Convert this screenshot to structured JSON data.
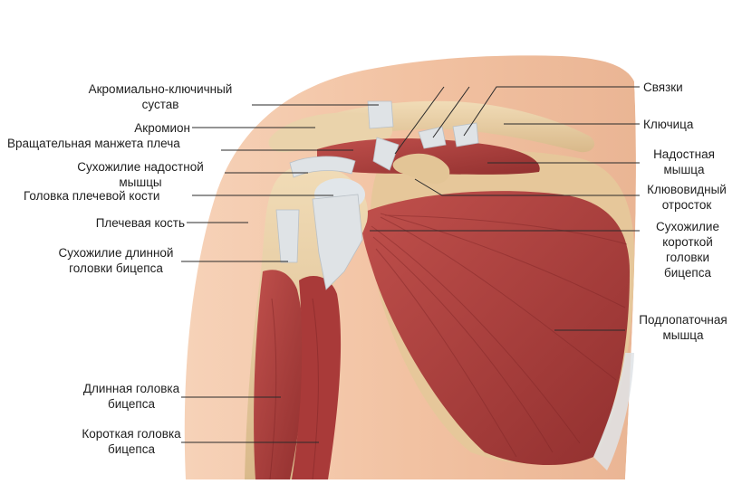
{
  "labels": {
    "ac_joint": "Акромиально-ключичный\nсустав",
    "acromion": "Акромион",
    "rotator_cuff": "Вращательная манжета плеча",
    "supraspinatus_tendon": "Сухожилие надостной\nмышцы",
    "humeral_head": "Головка плечевой кости",
    "humerus": "Плечевая кость",
    "long_head_tendon": "Сухожилие длинной\nголовки бицепса",
    "long_head_biceps": "Длинная головка\nбицепса",
    "short_head_biceps": "Короткая головка\nбицепса",
    "ligaments": "Связки",
    "clavicle": "Ключица",
    "supraspinatus": "Надостная\nмышца",
    "coracoid": "Клювовидный\nотросток",
    "short_head_tendon": "Сухожилие\nкороткой\nголовки\nбицепса",
    "subscapularis": "Подлопаточная\nмышца"
  },
  "colors": {
    "skin": "#f2c4a6",
    "skin_dark": "#e9b08e",
    "bone": "#e8cfa4",
    "muscle": "#b33c3c",
    "muscle_dark": "#8e2a2c",
    "tendon": "#dfe3e6",
    "leader": "#2a2a2a"
  }
}
